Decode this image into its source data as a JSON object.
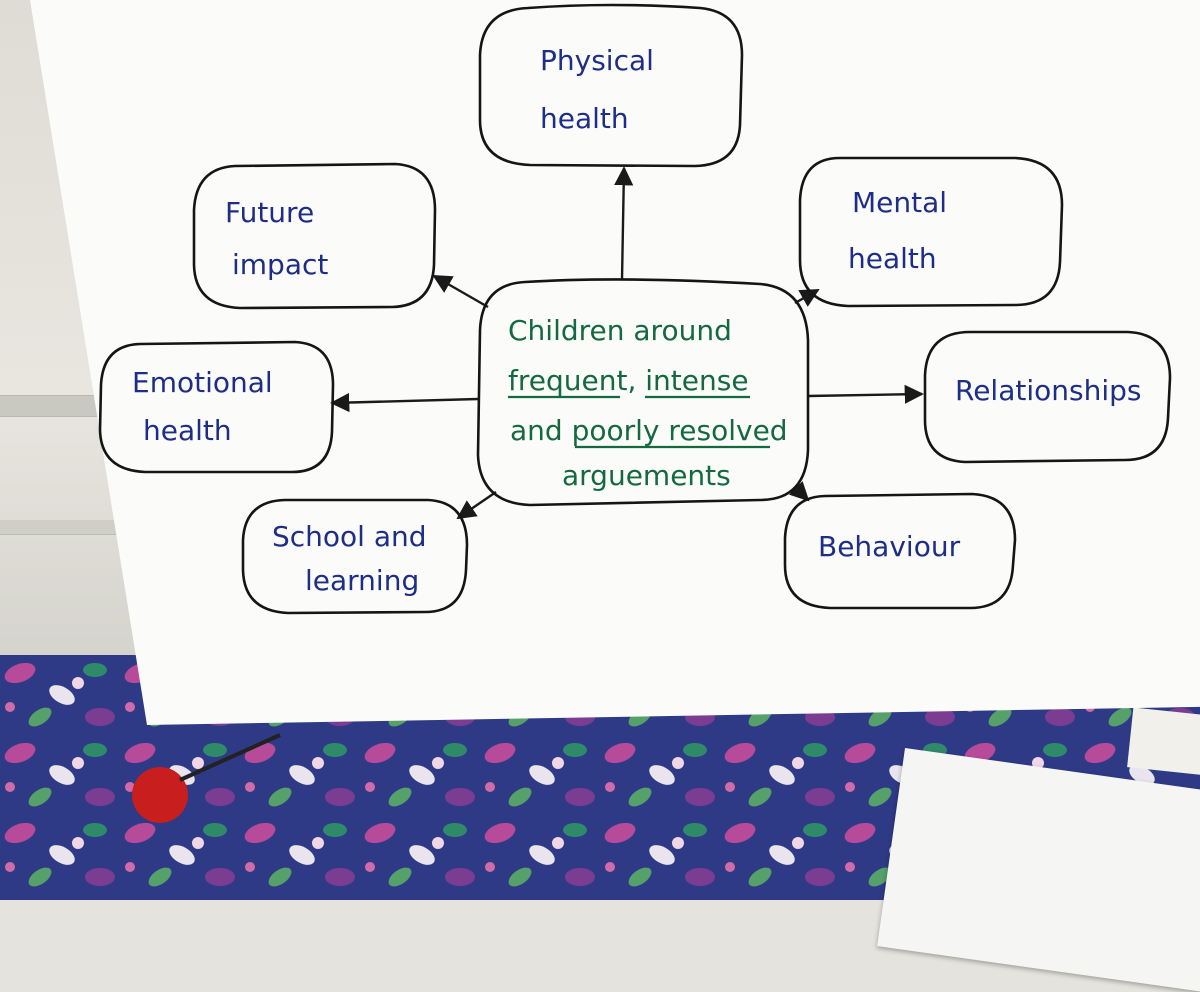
{
  "diagram": {
    "center": {
      "lines": [
        "Children around",
        "frequent, intense",
        "and poorly resolved",
        "arguements"
      ]
    },
    "nodes": [
      {
        "id": "physical-health",
        "lines": [
          "Physical",
          "health"
        ]
      },
      {
        "id": "mental-health",
        "lines": [
          "Mental",
          "health"
        ]
      },
      {
        "id": "relationships",
        "lines": [
          "Relationships"
        ]
      },
      {
        "id": "behaviour",
        "lines": [
          "Behaviour"
        ]
      },
      {
        "id": "school-and-learning",
        "lines": [
          "School and",
          "learning"
        ]
      },
      {
        "id": "emotional-health",
        "lines": [
          "Emotional",
          "health"
        ]
      },
      {
        "id": "future-impact",
        "lines": [
          "Future",
          "impact"
        ]
      }
    ]
  },
  "colors": {
    "outer_text": "#1e2e86",
    "center_text": "#15693f",
    "outline": "#151515",
    "board": "#fbfbfa"
  }
}
